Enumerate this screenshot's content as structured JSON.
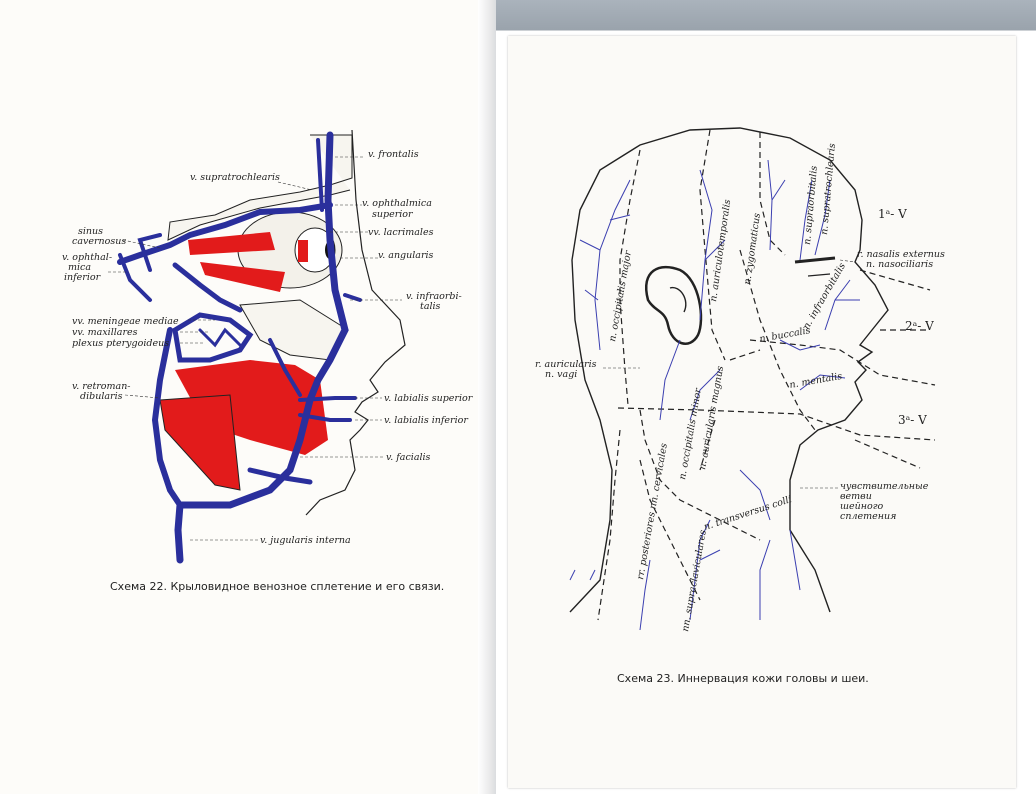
{
  "colors": {
    "vein": "#2a2f9c",
    "muscle": "#e21b1b",
    "nerve": "#3b3fb0",
    "line": "#222222"
  },
  "left": {
    "caption": "Схема 22. Крыловидное венозное сплетение и его связи.",
    "labels": {
      "frontalis": "v. frontalis",
      "supratrochlearis": "v. supratrochlearis",
      "ophth_sup_1": "v. ophthalmica",
      "ophth_sup_2": "superior",
      "sinus_1": "sinus",
      "sinus_2": "cavernosus",
      "ophth_inf_1": "v. ophthal-",
      "ophth_inf_2": "mica",
      "ophth_inf_3": "inferior",
      "lacrimales": "vv. lacrimales",
      "angularis": "v. angularis",
      "infraorb_1": "v. infraorbi-",
      "infraorb_2": "talis",
      "meningeae": "vv. meningeae mediae",
      "maxillares": "vv. maxillares",
      "plexus": "plexus pterygoideus",
      "retroman_1": "v. retroman-",
      "retroman_2": "dibularis",
      "labialis_sup": "v. labialis superior",
      "labialis_inf": "v. labialis inferior",
      "facialis": "v. facialis",
      "jugularis": "v. jugularis interna"
    }
  },
  "right": {
    "caption": "Схема 23. Иннервация кожи головы и шеи.",
    "labels": {
      "v1": "1ᵃ- V",
      "v2": "2ᵃ- V",
      "v3": "3ᵃ- V",
      "nasalis_1": "r. nasalis externus",
      "nasalis_2": "n. nasociliaris",
      "supraorb": "n. supraorbitalis",
      "supratroch": "n. supratrochlearis",
      "zygomaticus": "n. zygomaticus",
      "auriculotemp": "n. auriculotemporalis",
      "occ_major": "n. occipitalis major",
      "infraorb": "n. infraorbitalis",
      "buccalis": "n. buccalis",
      "mentalis": "n. mentalis",
      "aur_vagi_1": "r. auricularis",
      "aur_vagi_2": "n. vagi",
      "occ_minor": "n. occipitalis minor",
      "aur_magnus": "n. auricularis magnus",
      "post_cerv": "rr. posteriores nn. cervicales",
      "transversus": "n. transversus colli",
      "supraclav": "nn. supraclaviculares",
      "cerv_1": "чувствительные",
      "cerv_2": "ветви",
      "cerv_3": "шейного",
      "cerv_4": "сплетения"
    }
  }
}
